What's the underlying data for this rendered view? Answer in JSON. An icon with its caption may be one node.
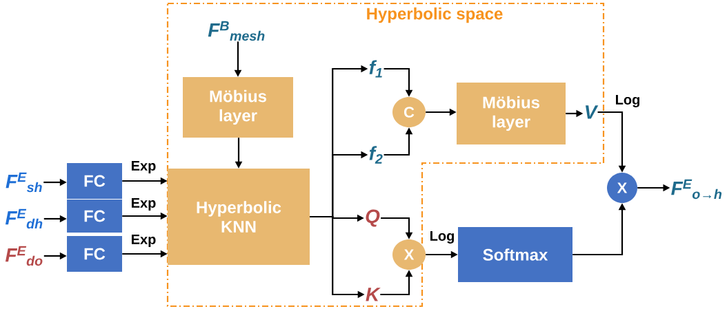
{
  "diagram": {
    "nodes": [
      {
        "text": [
          "Hyperbolic space"
        ]
      },
      {
        "text": [
          "F$^{B}$$_{mesh}$"
        ],
        "in": 0
      },
      {
        "text": [
          "Möbius layer"
        ],
        "in": 0
      },
      {
        "text": [
          "Hyperbolic KNN"
        ],
        "in": 0
      },
      {
        "text": [
          "F$^{E}$$_{sh}$"
        ]
      },
      {
        "text": [
          "F$^{E}$$_{dh}$"
        ]
      },
      {
        "text": [
          "F$^{E}$$_{do}$"
        ]
      },
      {
        "text": [
          "FC"
        ]
      },
      {
        "text": [
          "FC"
        ]
      },
      {
        "text": [
          "FC"
        ]
      },
      {
        "text": [
          "f$_{1}$"
        ],
        "in": 0
      },
      {
        "text": [
          "f$_{2}$"
        ],
        "in": 0
      },
      {
        "text": [
          "C"
        ],
        "in": 0
      },
      {
        "text": [
          "Möbius layer"
        ],
        "in": 0
      },
      {
        "text": [
          "V"
        ],
        "in": 0
      },
      {
        "text": [
          "Q"
        ],
        "in": 0
      },
      {
        "text": [
          "K"
        ],
        "in": 0
      },
      {
        "text": [
          "X"
        ],
        "in": 0
      },
      {
        "text": [
          "Softmax"
        ]
      },
      {
        "text": [
          "X"
        ]
      },
      {
        "text": [
          "F$^{E}$$_{o→h}$"
        ]
      }
    ],
    "edges": [
      {
        "from": 4,
        "to": 7,
        "arrow": "to"
      },
      {
        "from": 5,
        "to": 8,
        "arrow": "to"
      },
      {
        "from": 6,
        "to": 9,
        "arrow": "to"
      },
      {
        "from": 7,
        "to": 3,
        "arrow": "to",
        "label": "Exp"
      },
      {
        "from": 8,
        "to": 3,
        "arrow": "to",
        "label": "Exp"
      },
      {
        "from": 9,
        "to": 3,
        "arrow": "to",
        "label": "Exp"
      },
      {
        "from": 1,
        "to": 2,
        "arrow": "to"
      },
      {
        "from": 2,
        "to": 3,
        "arrow": "to"
      },
      {
        "from": 3,
        "to": 10,
        "arrow": "to"
      },
      {
        "from": 3,
        "to": 11,
        "arrow": "to"
      },
      {
        "from": 3,
        "to": 15,
        "arrow": "to"
      },
      {
        "from": 3,
        "to": 16,
        "arrow": "to"
      },
      {
        "from": 10,
        "to": 12,
        "arrow": "to"
      },
      {
        "from": 11,
        "to": 12,
        "arrow": "to"
      },
      {
        "from": 12,
        "to": 13,
        "arrow": "to"
      },
      {
        "from": 13,
        "to": 14,
        "arrow": "to"
      },
      {
        "from": 14,
        "to": 19,
        "arrow": "to",
        "label": "Log"
      },
      {
        "from": 15,
        "to": 17,
        "arrow": "to"
      },
      {
        "from": 16,
        "to": 17,
        "arrow": "to"
      },
      {
        "from": 17,
        "to": 18,
        "arrow": "to",
        "label": "Log"
      },
      {
        "from": 18,
        "to": 19,
        "arrow": "to"
      },
      {
        "from": 19,
        "to": 20,
        "arrow": "to"
      }
    ]
  }
}
